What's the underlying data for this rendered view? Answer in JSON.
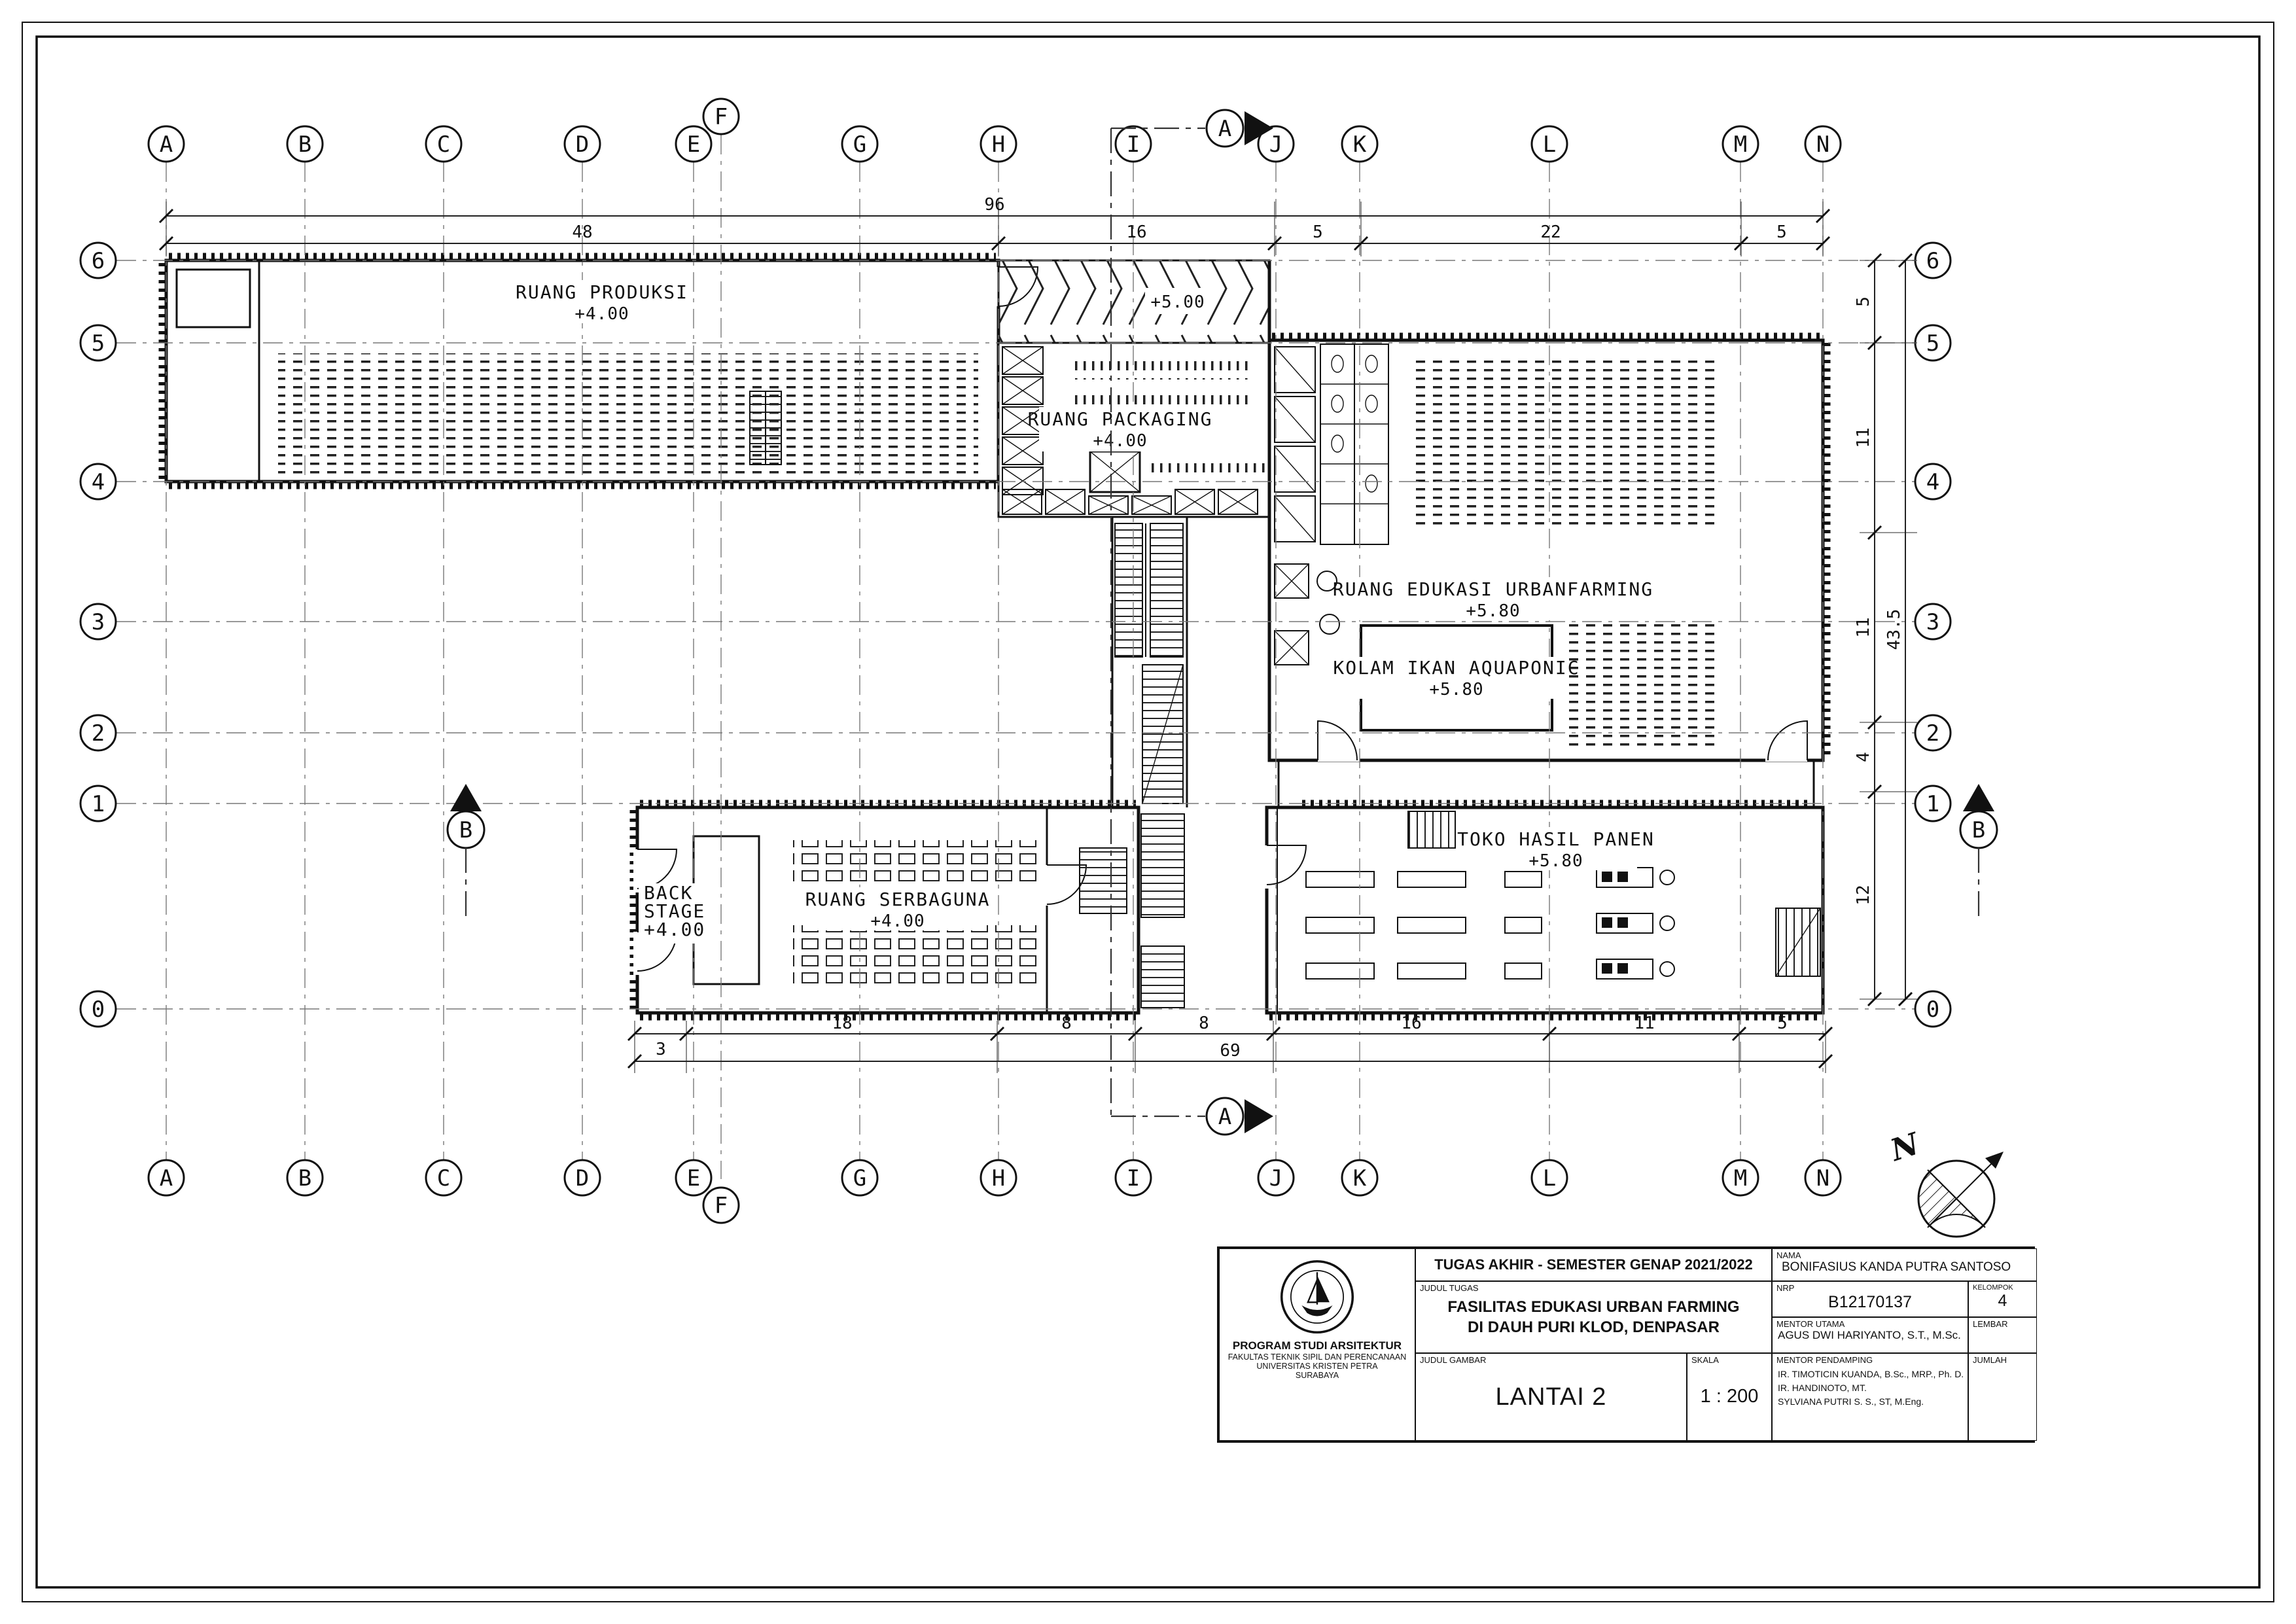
{
  "grid": {
    "columns": [
      "A",
      "B",
      "C",
      "D",
      "E",
      "F",
      "G",
      "H",
      "I",
      "J",
      "K",
      "L",
      "M",
      "N"
    ],
    "rows": [
      "6",
      "5",
      "4",
      "3",
      "2",
      "1",
      "0"
    ]
  },
  "dims": {
    "top": [
      "96",
      "48",
      "16",
      "5",
      "22",
      "5"
    ],
    "bottom": [
      "69",
      "3",
      "18",
      "8",
      "8",
      "16",
      "11",
      "5"
    ],
    "right": [
      "5",
      "11",
      "11",
      "4",
      "12",
      "43.5"
    ]
  },
  "rooms": {
    "produksi": {
      "name": "RUANG PRODUKSI",
      "elev": "+4.00"
    },
    "ramp": {
      "elev": "+5.00"
    },
    "packaging": {
      "name": "RUANG PACKAGING",
      "elev": "+4.00"
    },
    "edukasi": {
      "name": "RUANG EDUKASI URBANFARMING",
      "elev": "+5.80"
    },
    "kolam": {
      "name": "KOLAM IKAN AQUAPONIC",
      "elev": "+5.80"
    },
    "backstage": {
      "line1": "BACK",
      "line2": "STAGE",
      "elev": "+4.00"
    },
    "serbaguna": {
      "name": "RUANG SERBAGUNA",
      "elev": "+4.00"
    },
    "toko": {
      "name": "TOKO HASIL PANEN",
      "elev": "+5.80"
    }
  },
  "sections": {
    "a": "A",
    "b": "B"
  },
  "north": {
    "label": "N"
  },
  "titleblock": {
    "header": "TUGAS AKHIR - SEMESTER GENAP 2021/2022",
    "nama_label": "NAMA",
    "nama": "BONIFASIUS KANDA PUTRA SANTOSO",
    "judul_tugas_label": "JUDUL TUGAS",
    "judul_tugas_line1": "FASILITAS EDUKASI URBAN FARMING",
    "judul_tugas_line2": "DI DAUH PURI KLOD, DENPASAR",
    "nrp_label": "NRP",
    "nrp": "B12170137",
    "kelompok_label": "KELOMPOK",
    "kelompok": "4",
    "judul_gambar_label": "JUDUL GAMBAR",
    "judul_gambar": "LANTAI 2",
    "skala_label": "SKALA",
    "skala": "1 : 200",
    "mentor_utama_label": "MENTOR UTAMA",
    "mentor_utama": "AGUS DWI HARIYANTO, S.T., M.Sc.",
    "lembar_label": "LEMBAR",
    "mentor_pendamping_label": "MENTOR PENDAMPING",
    "mentor_pendamping_1": "IR. TIMOTICIN KUANDA, B.Sc., MRP., Ph. D.",
    "mentor_pendamping_2": "IR. HANDINOTO, MT.",
    "mentor_pendamping_3": "SYLVIANA PUTRI S. S., ST, M.Eng.",
    "jumlah_label": "JUMLAH",
    "institution": {
      "program": "PROGRAM STUDI ARSITEKTUR",
      "fakultas": "FAKULTAS TEKNIK SIPIL DAN PERENCANAAN",
      "universitas": "UNIVERSITAS KRISTEN PETRA",
      "kota": "SURABAYA"
    }
  }
}
